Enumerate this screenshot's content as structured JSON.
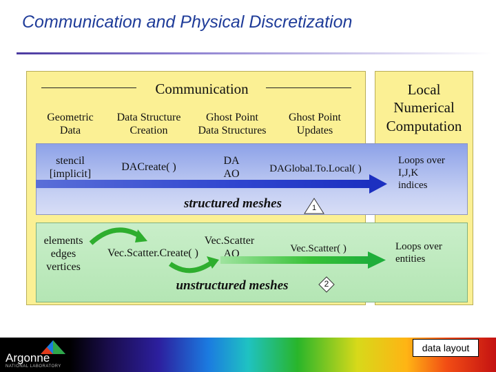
{
  "title": "Communication and Physical Discretization",
  "communication": "Communication",
  "local": [
    "Local",
    "Numerical",
    "Computation"
  ],
  "headers": {
    "geometric": [
      "Geometric",
      "Data"
    ],
    "ds_creation": [
      "Data Structure",
      "Creation"
    ],
    "ghost_ds": [
      "Ghost Point",
      "Data Structures"
    ],
    "ghost_updates": [
      "Ghost Point",
      "Updates"
    ]
  },
  "structured": {
    "geometric": [
      "stencil",
      "[implicit]"
    ],
    "create": "DACreate( )",
    "ds": [
      "DA",
      "AO"
    ],
    "update": "DAGlobal.To.Local( )",
    "loops": [
      "Loops over",
      "I,J,K",
      "indices"
    ],
    "label": "structured meshes",
    "badge": "1"
  },
  "unstructured": {
    "geometric": [
      "elements",
      "edges",
      "vertices"
    ],
    "create": "Vec.Scatter.Create( )",
    "ds": [
      "Vec.Scatter",
      "AO"
    ],
    "update": "Vec.Scatter( )",
    "loops": [
      "Loops over",
      "entities"
    ],
    "label": "unstructured meshes",
    "badge": "2"
  },
  "footer": {
    "logo": "Argonne",
    "logo_sub": "NATIONAL LABORATORY",
    "data_layout": "data layout"
  }
}
